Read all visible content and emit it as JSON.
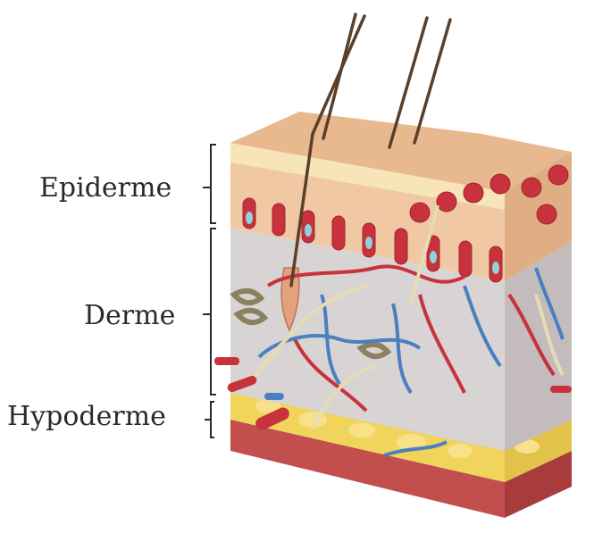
{
  "diagram": {
    "labels": {
      "epidermis": "Epiderme",
      "dermis": "Derme",
      "hypodermis": "Hypoderme"
    },
    "colors": {
      "epidermis_surface": "#e8b98e",
      "epidermis_side": "#f0c9a4",
      "dermis": "#d9d4d4",
      "papillae": "#c8323c",
      "fat": "#f0d45c",
      "muscle": "#c24e4e",
      "artery": "#c8323c",
      "vein": "#4a7fc0",
      "nerve": "#e6dcb4",
      "hair": "#5a3f2a"
    }
  }
}
